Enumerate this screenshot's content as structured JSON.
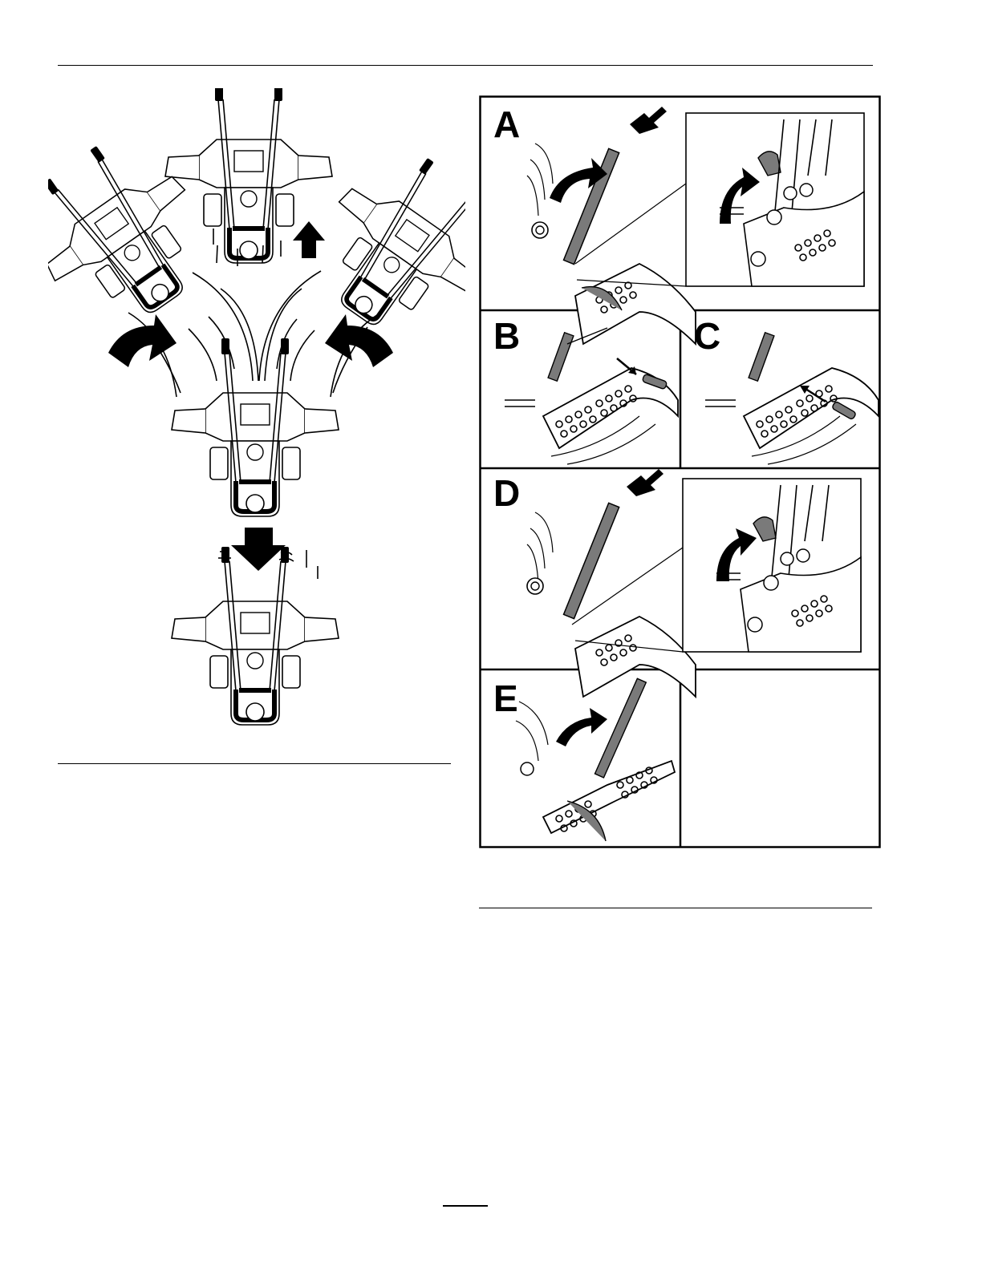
{
  "figure_left": {
    "description_icons": [
      "tractor-icon",
      "turn-arrow-icon",
      "forward-arrow-icon",
      "reverse-arrow-icon"
    ]
  },
  "figure_right": {
    "panels": [
      {
        "letter": "A"
      },
      {
        "letter": "B"
      },
      {
        "letter": "C"
      },
      {
        "letter": "D"
      },
      {
        "letter": "E"
      }
    ]
  },
  "colors": {
    "line": "#000000",
    "fill_gray": "#7a7a7a",
    "paper": "#ffffff"
  }
}
